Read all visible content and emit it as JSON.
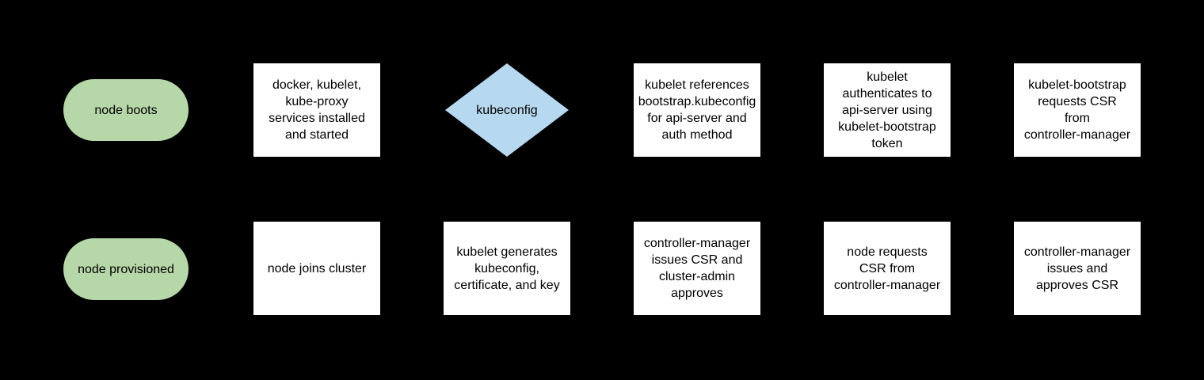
{
  "canvas": {
    "background": "#000000"
  },
  "colors": {
    "terminator_fill": "#b6d7a8",
    "decision_fill": "#b7d9f0",
    "process_fill": "#ffffff",
    "text": "#000000"
  },
  "top_row": {
    "start": "node boots",
    "services": "docker, kubelet,\nkube-proxy\nservices installed\nand started",
    "decision": "kubeconfig",
    "references": "kubelet references\nbootstrap.kubeconfig\nfor api-server and\nauth method",
    "authenticates": "kubelet\nauthenticates to\napi-server using\nkubelet-bootstrap\ntoken",
    "requests_csr": "kubelet-bootstrap\nrequests CSR\nfrom\ncontroller-manager"
  },
  "bottom_row": {
    "end": "node provisioned",
    "joins": "node joins cluster",
    "generates": "kubelet generates\nkubeconfig,\ncertificate, and key",
    "cm_issues_admin_approves": "controller-manager\nissues CSR and\ncluster-admin\napproves",
    "node_requests": "node requests\nCSR from\ncontroller-manager",
    "cm_issues_approves": "controller-manager\nissues and\napproves CSR"
  }
}
